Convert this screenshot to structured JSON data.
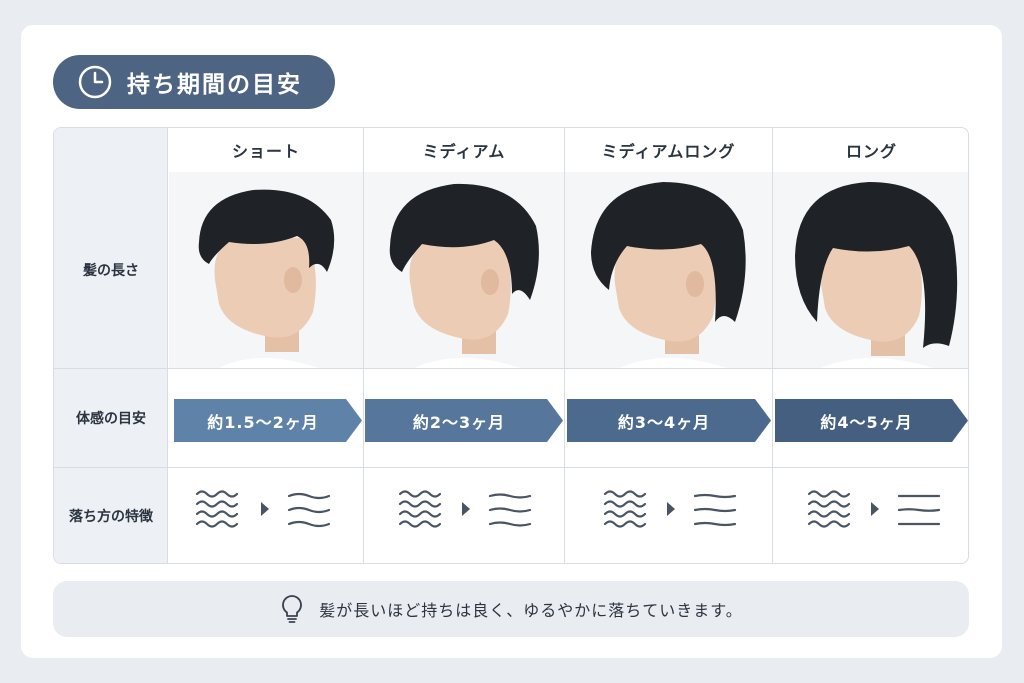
{
  "title": {
    "text": "持ち期間の目安",
    "icon": "clock-icon"
  },
  "rows": {
    "length": "髪の長さ",
    "feel": "体感の目安",
    "fade": "落ち方の特徴"
  },
  "columns": [
    {
      "header": "ショート",
      "duration": "約1.5～2ヶ月",
      "arrow_color": "#5f83a8"
    },
    {
      "header": "ミディアム",
      "duration": "約2～3ヶ月",
      "arrow_color": "#56779b"
    },
    {
      "header": "ミディアムロング",
      "duration": "約3～4ヶ月",
      "arrow_color": "#4c6a8d"
    },
    {
      "header": "ロング",
      "duration": "約4～5ヶ月",
      "arrow_color": "#445f80"
    }
  ],
  "tip": {
    "text": "髪が長いほど持ちは良く、ゆるやかに落ちていきます。",
    "icon": "lightbulb-icon"
  },
  "colors": {
    "title_bg": "#4d6482",
    "label_bg": "#edf0f4",
    "wave": "#4a5563",
    "hair": "#1f2226",
    "skin": "#e9c8b0"
  }
}
